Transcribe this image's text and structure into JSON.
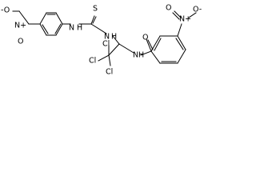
{
  "molecule": {
    "labels": {
      "nitro_left_o_minus": "-O",
      "nitro_left_n_plus": "N+",
      "nitro_left_o": "O",
      "nh_thiourea_left": "N",
      "h_thiourea_left": "H",
      "sulfur": "S",
      "nh_thiourea_right": "N",
      "h_thiourea_right": "H",
      "cl_top": "Cl",
      "cl_left": "Cl",
      "cl_right": "Cl",
      "nh_amide": "N",
      "h_amide": "H",
      "carbonyl_o": "O",
      "nitro_right_n_plus": "N+",
      "nitro_right_o_minus": "O-",
      "nitro_right_o": "O"
    }
  }
}
